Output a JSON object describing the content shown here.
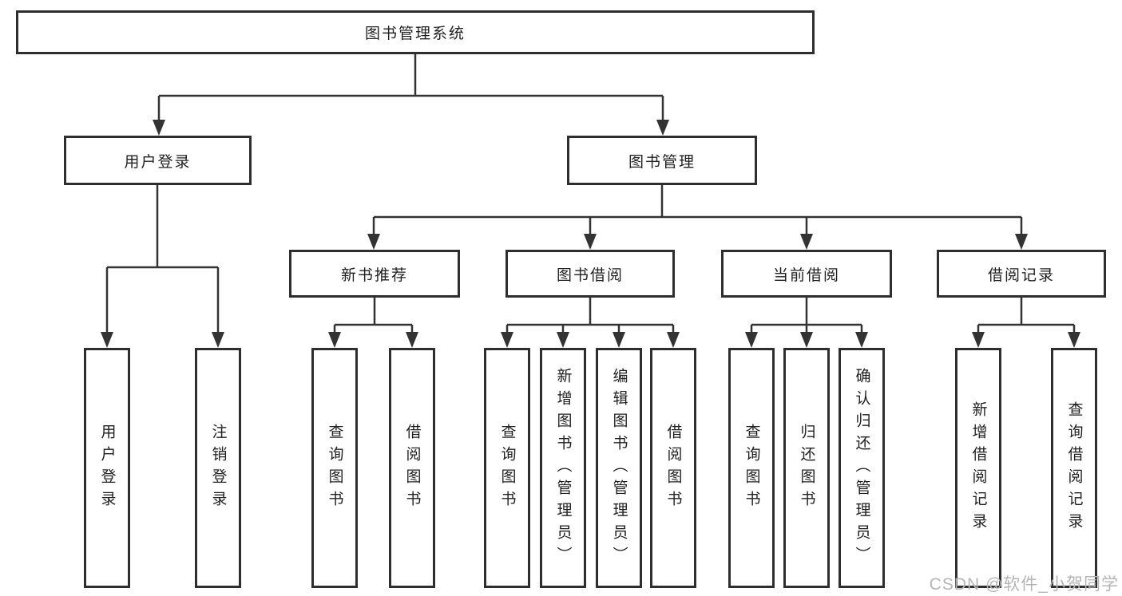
{
  "tree": {
    "label": "图书管理系统",
    "children": [
      {
        "label": "用户登录",
        "children": [
          {
            "label": "用户登录"
          },
          {
            "label": "注销登录"
          }
        ]
      },
      {
        "label": "图书管理",
        "children": [
          {
            "label": "新书推荐",
            "children": [
              {
                "label": "查询图书"
              },
              {
                "label": "借阅图书"
              }
            ]
          },
          {
            "label": "图书借阅",
            "children": [
              {
                "label": "查询图书"
              },
              {
                "label": "新增图书（管理员）"
              },
              {
                "label": "编辑图书（管理员）"
              },
              {
                "label": "借阅图书"
              }
            ]
          },
          {
            "label": "当前借阅",
            "children": [
              {
                "label": "查询图书"
              },
              {
                "label": "归还图书"
              },
              {
                "label": "确认归还（管理员）"
              }
            ]
          },
          {
            "label": "借阅记录",
            "children": [
              {
                "label": "新增借阅记录"
              },
              {
                "label": "查询借阅记录"
              }
            ]
          }
        ]
      }
    ]
  },
  "watermark": {
    "text": "CSDN @软件_小贺同学"
  },
  "colors": {
    "border": "#2e2e2e",
    "line": "#333333",
    "text": "#1f1f1f",
    "watermark": "#b5b5b5",
    "bg": "#ffffff"
  }
}
